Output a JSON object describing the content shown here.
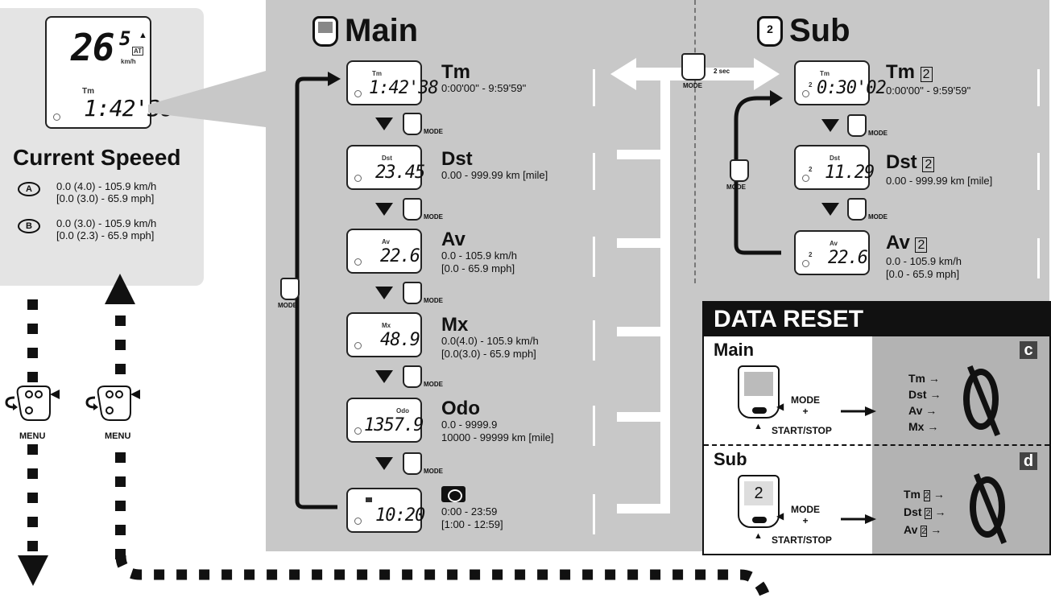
{
  "left_panel": {
    "display_speed": "26.5",
    "display_speed_int": "26",
    "display_speed_dec": "5",
    "display_speed_unit": "km/h",
    "display_at": "AT",
    "display_tm_label": "Tm",
    "display_time": "1:42'38",
    "title": "Current Speeed",
    "options": [
      {
        "badge": "A",
        "line1": "0.0 (4.0) - 105.9 km/h",
        "line2": "[0.0 (3.0) - 65.9 mph]"
      },
      {
        "badge": "B",
        "line1": "0.0 (3.0) - 105.9 km/h",
        "line2": "[0.0 (2.3) - 65.9 mph]"
      }
    ],
    "menu_label_1": "MENU",
    "menu_label_2": "MENU"
  },
  "main": {
    "title": "Main",
    "mode_label": "MODE",
    "items": [
      {
        "name": "Tm",
        "lcd_label": "Tm",
        "lcd_value": "1:42'38",
        "range1": "0:00'00\" - 9:59'59\"",
        "range2": ""
      },
      {
        "name": "Dst",
        "lcd_label": "Dst",
        "lcd_value": "23.45",
        "range1": "0.00 - 999.99 km [mile]",
        "range2": ""
      },
      {
        "name": "Av",
        "lcd_label": "Av",
        "lcd_value": "22.6",
        "range1": "0.0 - 105.9 km/h",
        "range2": "[0.0 - 65.9 mph]"
      },
      {
        "name": "Mx",
        "lcd_label": "Mx",
        "lcd_value": "48.9",
        "range1": "0.0(4.0) - 105.9 km/h",
        "range2": "[0.0(3.0) - 65.9 mph]"
      },
      {
        "name": "Odo",
        "lcd_label": "Odo",
        "lcd_value": "1357.9",
        "range1": "0.0 - 9999.9",
        "range2": "10000 - 99999 km [mile]"
      },
      {
        "name": "",
        "lcd_label": "",
        "lcd_value": "10:20",
        "range1": "0:00 - 23:59",
        "range2": "[1:00 - 12:59]"
      }
    ]
  },
  "switch": {
    "mode_label": "MODE",
    "hold": "2 sec"
  },
  "sub": {
    "title": "Sub",
    "mode_label": "MODE",
    "items": [
      {
        "name": "Tm",
        "lcd_label": "Tm",
        "lcd_value": "0:30'02",
        "range1": "0:00'00\" - 9:59'59\"",
        "range2": ""
      },
      {
        "name": "Dst",
        "lcd_label": "Dst",
        "lcd_value": "11.29",
        "range1": "0.00 - 999.99 km [mile]",
        "range2": ""
      },
      {
        "name": "Av",
        "lcd_label": "Av",
        "lcd_value": "22.6",
        "range1": "0.0 - 105.9 km/h",
        "range2": "[0.0 - 65.9 mph]"
      }
    ]
  },
  "data_reset": {
    "title": "DATA RESET",
    "main": {
      "label": "Main",
      "mode": "MODE",
      "plus": "+",
      "start_stop": "START/STOP",
      "badge": "c",
      "items": [
        "Tm",
        "Dst",
        "Av",
        "Mx"
      ],
      "zero": "0"
    },
    "sub": {
      "label": "Sub",
      "mode": "MODE",
      "plus": "+",
      "start_stop": "START/STOP",
      "badge": "d",
      "items": [
        "Tm",
        "Dst",
        "Av"
      ],
      "zero": "0"
    }
  },
  "colors": {
    "panel_left": "#e4e4e4",
    "panel_main": "#c8c8c8",
    "reset_dark": "#b3b3b3",
    "ink": "#111111"
  }
}
